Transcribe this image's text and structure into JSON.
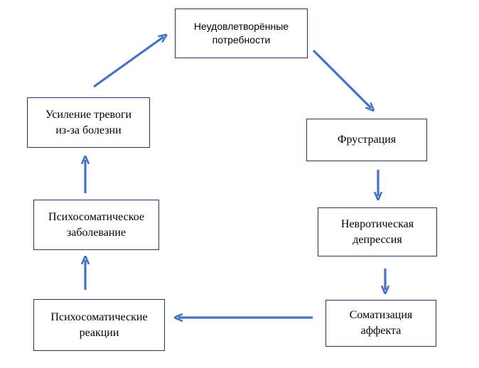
{
  "diagram": {
    "accent_color": "#4472c4",
    "nodes": {
      "unmet_needs": "Неудовлетворённые\nпотребности",
      "frustration": "Фрустрация",
      "neurotic_depression": "Невротическая\nдепрессия",
      "affect_somatization": "Соматизация\nаффекта",
      "psychosomatic_reactions": "Психосоматические\nреакции",
      "psychosomatic_disease": "Психосоматическое\nзаболевание",
      "anxiety_increase": "Усиление тревоги\nиз-за болезни"
    }
  }
}
